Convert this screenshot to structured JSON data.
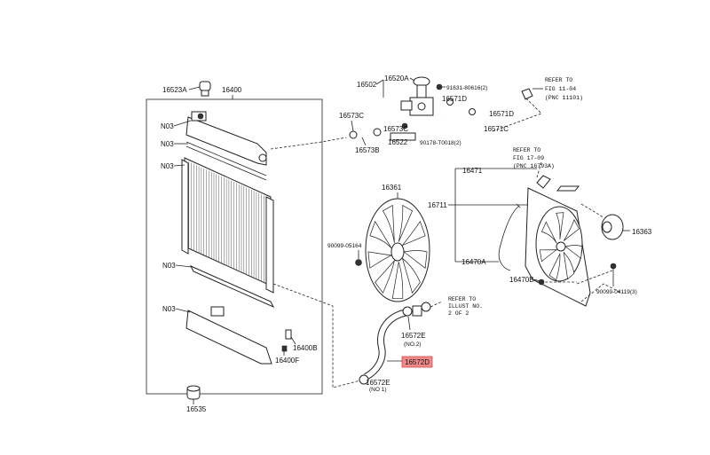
{
  "labels": {
    "p16523A": "16523A",
    "p16400": "16400",
    "n03a": "N03",
    "n03b": "N03",
    "n03c": "N03",
    "n03d": "N03",
    "n03e": "N03",
    "p16400B": "16400B",
    "p16400F": "16400F",
    "p16535": "16535",
    "p16502": "16502",
    "p16520A": "16520A",
    "p91631": "91631-80616(2)",
    "p16573C_a": "16573C",
    "p16573C_b": "16573C",
    "p16573B": "16573B",
    "p16522": "16522",
    "p90178": "90178-T0018(2)",
    "p16571D_a": "16571D",
    "p16571D_b": "16571D",
    "p16571C": "16571C",
    "p16361": "16361",
    "p90099_05164": "90099-05164",
    "p16471": "16471",
    "p16711": "16711",
    "p16470A": "16470A",
    "p16470B": "16470B",
    "p16363": "16363",
    "p90099_04119": "90099-04119(3)",
    "p16572E_top": "16572E",
    "p16572E_top_note": "(NO.2)",
    "p16572D": "16572D",
    "p16572E_bot": "16572E",
    "p16572E_bot_note": "(NO 1)"
  },
  "notes": {
    "refer1_l1": "REFER TO",
    "refer1_l2": "FIG 11-04",
    "refer1_l3": "(PNC 11101)",
    "refer2_l1": "REFER TO",
    "refer2_l2": "FIG 17-09",
    "refer2_l3": "(PNC 16793A)",
    "refer3_l1": "REFER TO",
    "refer3_l2": "ILLUST NO.",
    "refer3_l3": "2 OF 2"
  },
  "colors": {
    "highlight_fill": "#f08a8a",
    "line": "#222222"
  }
}
